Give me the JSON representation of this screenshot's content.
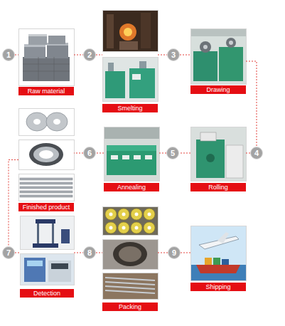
{
  "diagram": {
    "nodes": [
      {
        "text": [
          "1"
        ]
      },
      {
        "text": [
          "Raw material"
        ]
      },
      {
        "text": [
          "2"
        ]
      },
      {
        "text": [
          "Smelting"
        ]
      },
      {
        "text": [
          "3"
        ]
      },
      {
        "text": [
          "Drawing"
        ]
      },
      {
        "text": [
          "4"
        ]
      },
      {
        "text": [
          "Rolling"
        ]
      },
      {
        "text": [
          "5"
        ]
      },
      {
        "text": [
          "Annealing"
        ]
      },
      {
        "text": [
          "6"
        ]
      },
      {
        "text": [
          "Finished product"
        ]
      },
      {
        "text": [
          "7"
        ]
      },
      {
        "text": [
          "Detection"
        ]
      },
      {
        "text": [
          "8"
        ]
      },
      {
        "text": [
          "Packing"
        ]
      },
      {
        "text": [
          "9"
        ]
      },
      {
        "text": [
          "Shipping"
        ]
      }
    ],
    "edges": [
      {
        "from": 0,
        "to": 1,
        "arrow": "none"
      },
      {
        "from": 1,
        "to": 2,
        "arrow": "none"
      },
      {
        "from": 2,
        "to": 3,
        "arrow": "none"
      },
      {
        "from": 3,
        "to": 4,
        "arrow": "none"
      },
      {
        "from": 4,
        "to": 5,
        "arrow": "none"
      },
      {
        "from": 5,
        "to": 6,
        "arrow": "none"
      },
      {
        "from": 6,
        "to": 7,
        "arrow": "none"
      },
      {
        "from": 7,
        "to": 8,
        "arrow": "none"
      },
      {
        "from": 8,
        "to": 9,
        "arrow": "none"
      },
      {
        "from": 9,
        "to": 10,
        "arrow": "none"
      },
      {
        "from": 10,
        "to": 11,
        "arrow": "none"
      },
      {
        "from": 11,
        "to": 12,
        "arrow": "none"
      },
      {
        "from": 12,
        "to": 13,
        "arrow": "none"
      },
      {
        "from": 13,
        "to": 14,
        "arrow": "none"
      },
      {
        "from": 14,
        "to": 15,
        "arrow": "none"
      },
      {
        "from": 15,
        "to": 16,
        "arrow": "none"
      },
      {
        "from": 16,
        "to": 17,
        "arrow": "none"
      }
    ]
  }
}
